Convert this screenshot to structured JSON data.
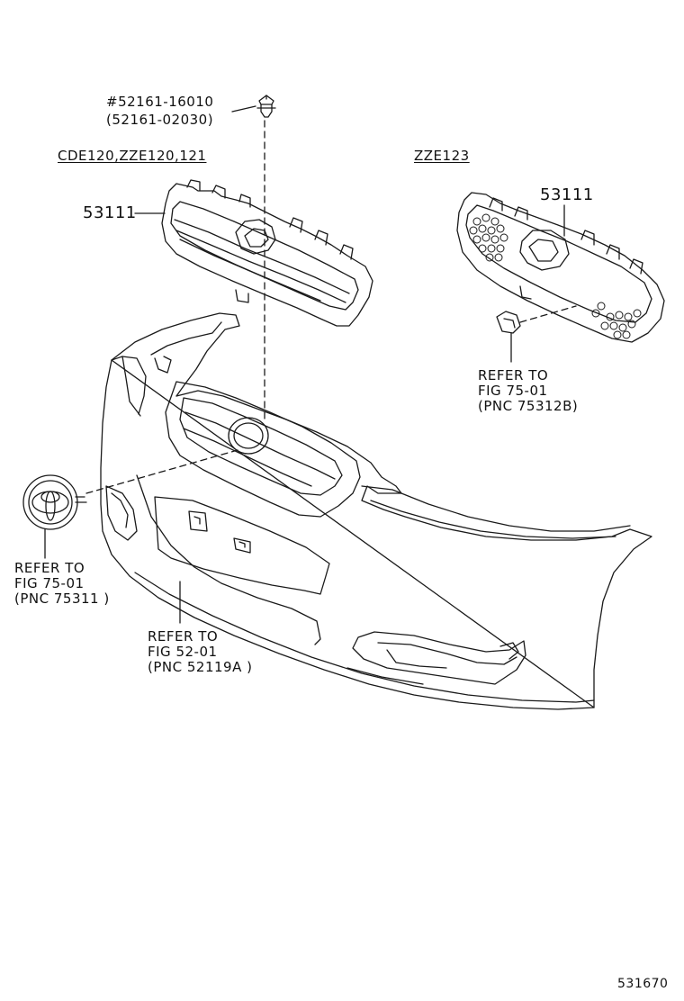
{
  "labels": {
    "clip_part_primary": "#52161-16010",
    "clip_part_alt": "(52161-02030)",
    "variant_left": "CDE120,ZZE120,121",
    "variant_right": "ZZE123",
    "grille_part_left": "53111",
    "grille_part_right": "53111",
    "ref_emblem_line1": "REFER TO",
    "ref_emblem_line2": "FIG  75-01",
    "ref_emblem_line3": "(PNC 75311 )",
    "ref_bracket_line1": "REFER TO",
    "ref_bracket_line2": "FIG  75-01",
    "ref_bracket_line3": "(PNC 75312B)",
    "ref_bumper_line1": "REFER TO",
    "ref_bumper_line2": "FIG  52-01",
    "ref_bumper_line3": "(PNC 52119A )",
    "figure_id": "531670"
  },
  "icons": {
    "emblem": "toyota-emblem-icon",
    "clip": "push-clip-icon"
  },
  "colors": {
    "line": "#1a1a1a",
    "background": "#ffffff"
  }
}
